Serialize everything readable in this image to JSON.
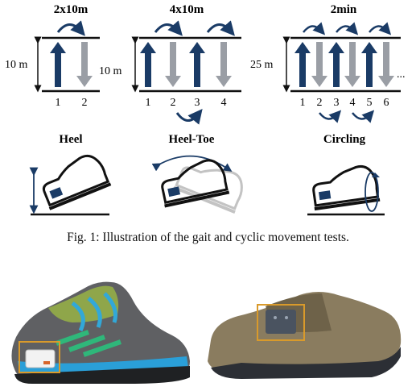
{
  "tests": [
    {
      "title": "2x10m",
      "distance": "10 m",
      "lanes": [
        "1",
        "2"
      ]
    },
    {
      "title": "4x10m",
      "distance": "10 m",
      "lanes": [
        "1",
        "2",
        "3",
        "4"
      ]
    },
    {
      "title": "2min",
      "distance": "25 m",
      "lanes": [
        "1",
        "2",
        "3",
        "4",
        "5",
        "6"
      ],
      "continuation": "..."
    }
  ],
  "movements": [
    {
      "title": "Heel"
    },
    {
      "title": "Heel-Toe"
    },
    {
      "title": "Circling"
    }
  ],
  "caption": "Fig. 1: Illustration of the gait and cyclic movement tests.",
  "colors": {
    "up_arrow": "#1a3b66",
    "down_arrow": "#9a9ea5",
    "ink": "#111111",
    "sensor_box": "#d99a2b"
  },
  "photos": [
    {
      "subject": "athletic running shoe with sensor mounted at heel"
    },
    {
      "subject": "brown velcro shoe with sensor mounted on top"
    }
  ]
}
